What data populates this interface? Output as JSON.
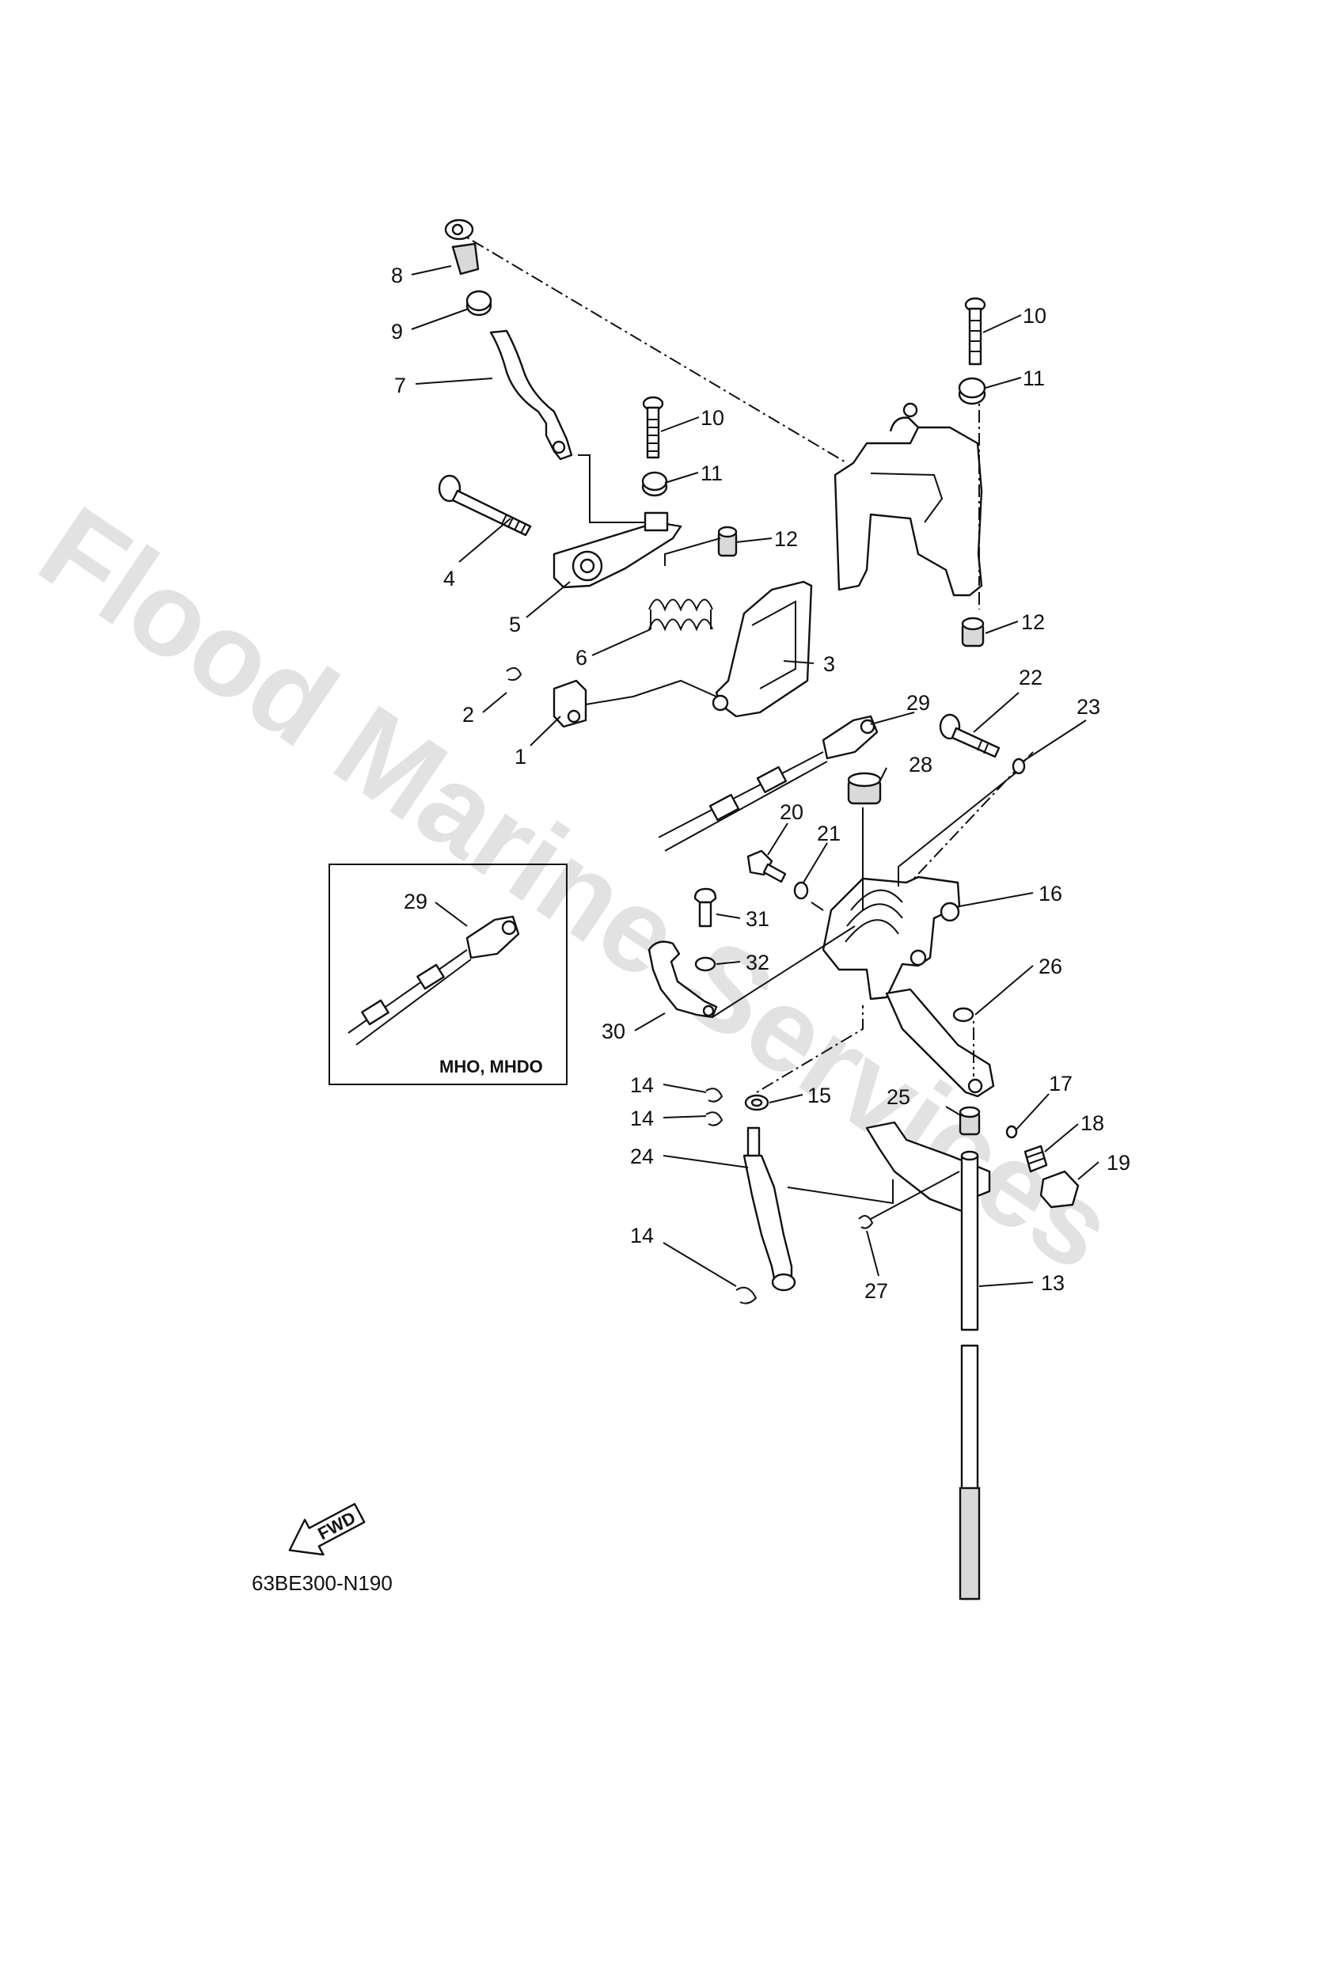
{
  "callouts": {
    "c1": "1",
    "c2": "2",
    "c3": "3",
    "c4": "4",
    "c5": "5",
    "c6": "6",
    "c7": "7",
    "c8": "8",
    "c9": "9",
    "c10a": "10",
    "c10b": "10",
    "c11a": "11",
    "c11b": "11",
    "c12a": "12",
    "c12b": "12",
    "c13": "13",
    "c14a": "14",
    "c14b": "14",
    "c14c": "14",
    "c15": "15",
    "c16": "16",
    "c17": "17",
    "c18": "18",
    "c19": "19",
    "c20": "20",
    "c21": "21",
    "c22": "22",
    "c23": "23",
    "c24": "24",
    "c25": "25",
    "c26": "26",
    "c27": "27",
    "c28": "28",
    "c29a": "29",
    "c29b": "29",
    "c30": "30",
    "c31": "31",
    "c32": "32"
  },
  "inset": {
    "label": "MHO, MHDO"
  },
  "fwd_label": "FWD",
  "diagram_code": "63BE300-N190",
  "watermark": "Flood Marine Services"
}
